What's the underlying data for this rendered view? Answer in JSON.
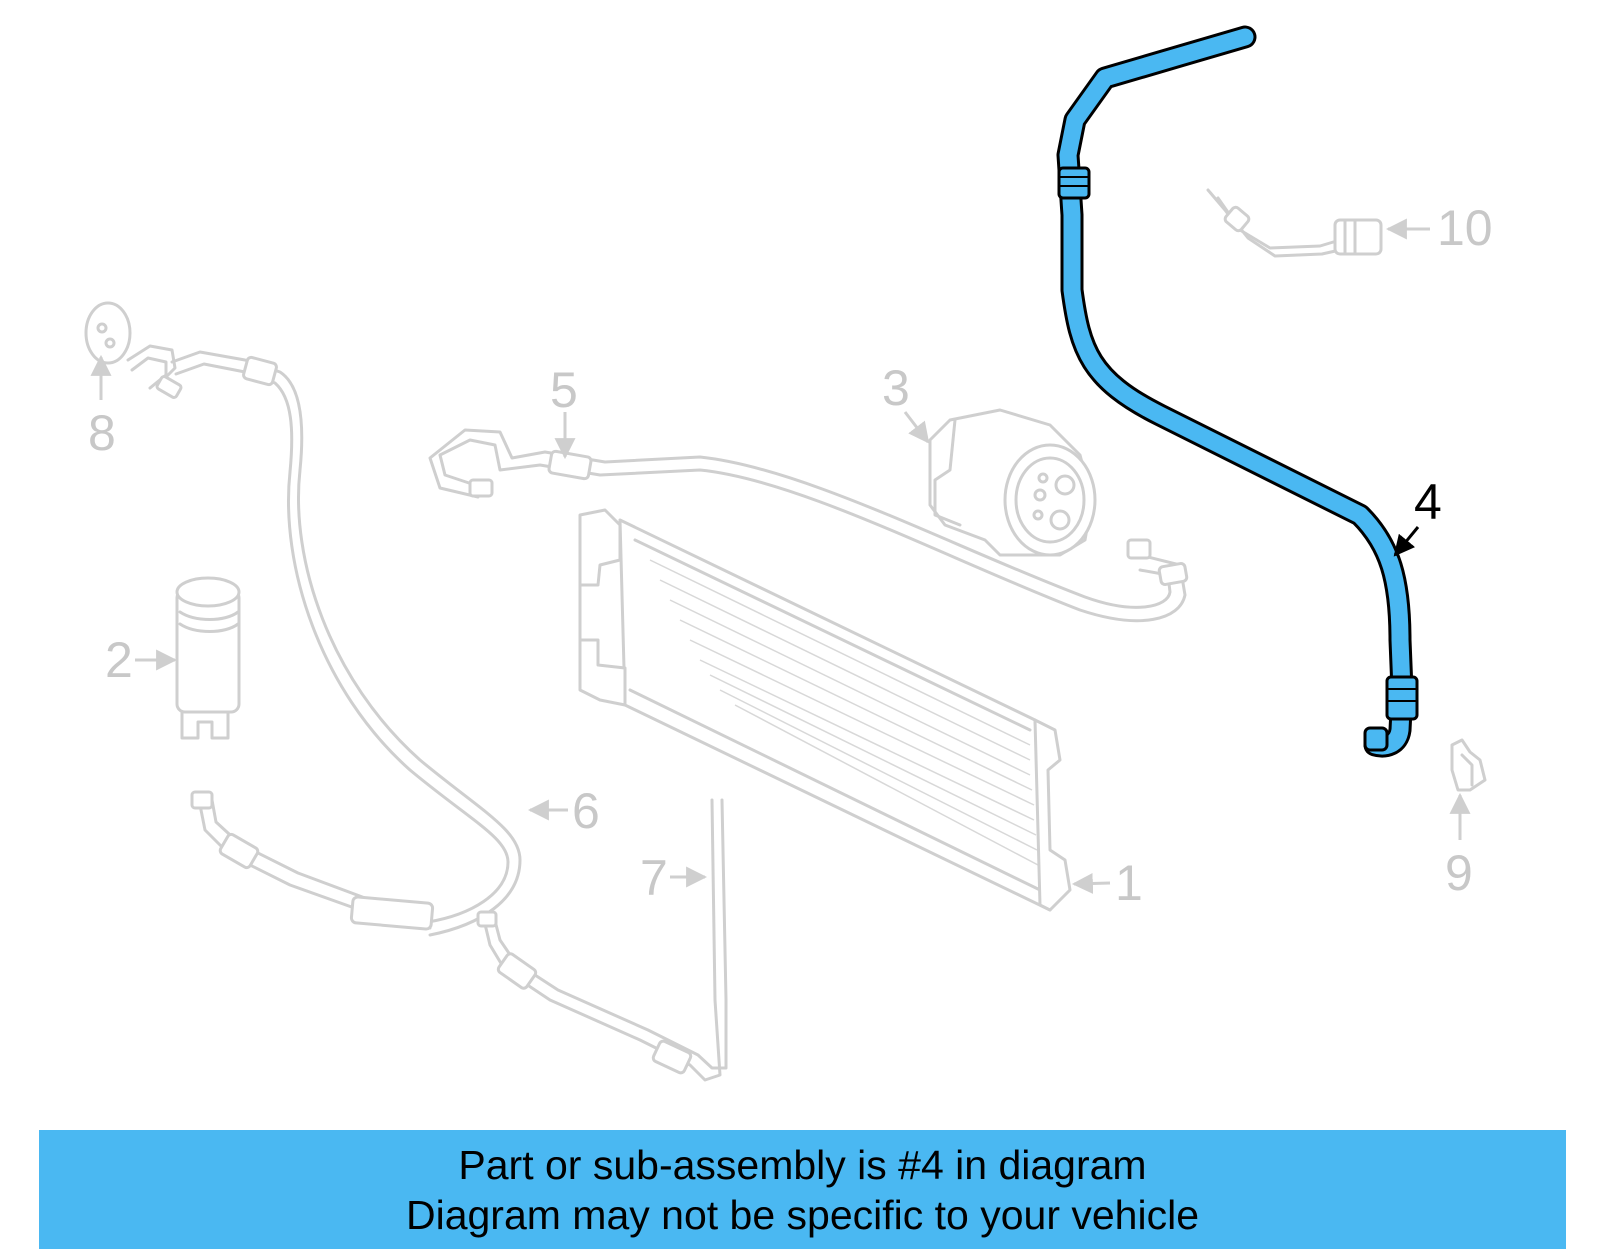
{
  "diagram": {
    "highlighted_part": "4",
    "highlight_color": "#4ab8f2",
    "ghost_color": "#cfcfcf",
    "callouts": [
      "1",
      "2",
      "3",
      "4",
      "5",
      "6",
      "7",
      "8",
      "9",
      "10"
    ]
  },
  "banner": {
    "background_color": "#4ab8f2",
    "line1": "Part or sub-assembly is #4 in diagram",
    "line2": "Diagram may not be specific to your vehicle"
  }
}
